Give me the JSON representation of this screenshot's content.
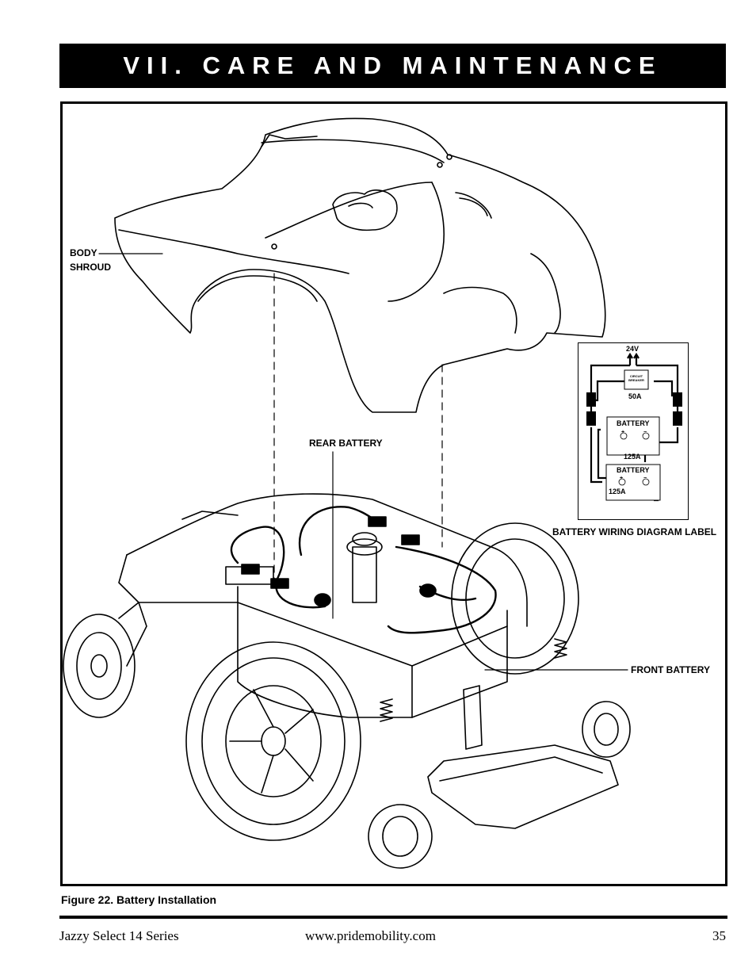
{
  "header": {
    "title": "VII. CARE AND MAINTENANCE"
  },
  "figure": {
    "callouts": {
      "body_shroud_line1": "BODY",
      "body_shroud_line2": "SHROUD",
      "rear_battery": "REAR BATTERY",
      "front_battery": "FRONT BATTERY",
      "wiring_label_caption": "BATTERY WIRING DIAGRAM LABEL"
    },
    "wiring_label": {
      "voltage": "24V",
      "breaker_line1": "CIRCUIT",
      "breaker_line2": "BREAKER",
      "breaker_rating": "50A",
      "battery_top": "BATTERY",
      "battery_top_rating": "125A",
      "battery_bottom": "BATTERY",
      "battery_bottom_rating": "125A",
      "plus_sign": "+",
      "minus_sign": "−"
    },
    "caption": "Figure 22. Battery Installation"
  },
  "footer": {
    "left": "Jazzy Select 14 Series",
    "center": "www.pridemobility.com",
    "page_number": "35"
  }
}
